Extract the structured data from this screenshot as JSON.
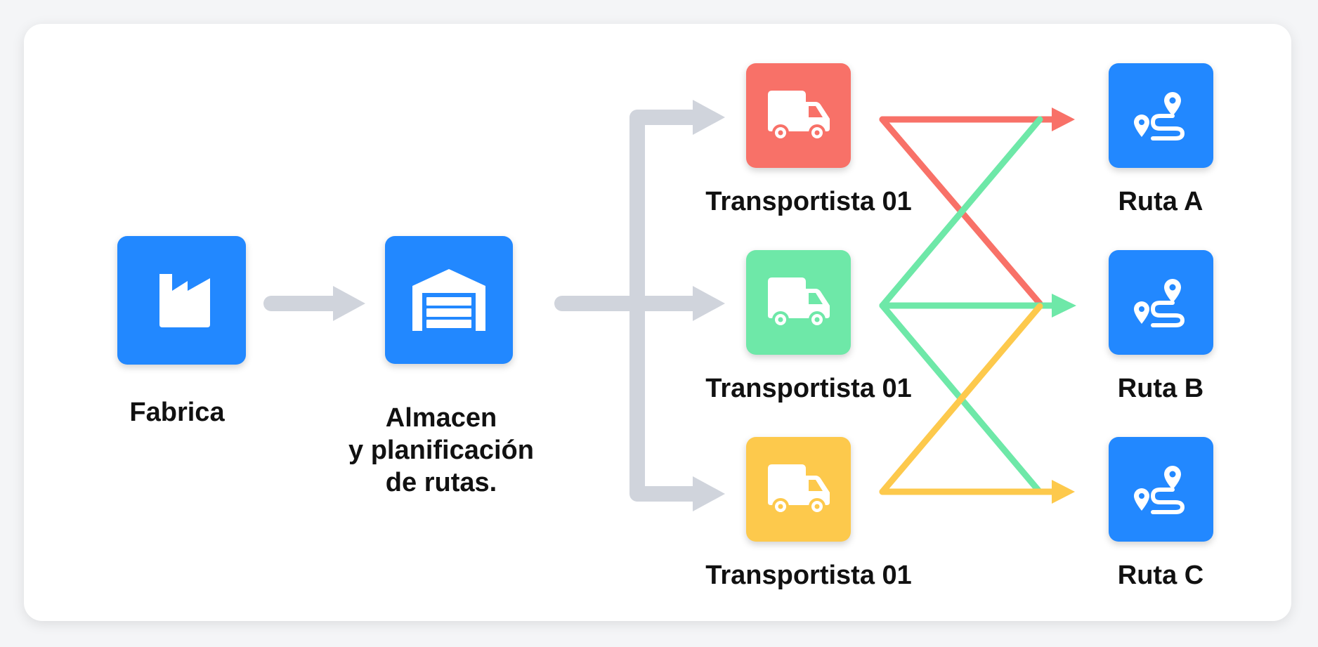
{
  "colors": {
    "blue": "#2288ff",
    "red": "#f87168",
    "green": "#6ee8a8",
    "yellow": "#fdc94c",
    "grey_arrow": "#d0d4dc"
  },
  "nodes": {
    "factory": {
      "label": "Fabrica",
      "icon": "factory-icon"
    },
    "warehouse": {
      "label_lines": [
        "Almacen",
        "y planificación",
        "de rutas."
      ],
      "icon": "warehouse-icon"
    },
    "carriers": [
      {
        "label": "Transportista 01",
        "color": "red",
        "icon": "truck-icon"
      },
      {
        "label": "Transportista 01",
        "color": "green",
        "icon": "truck-icon"
      },
      {
        "label": "Transportista 01",
        "color": "yellow",
        "icon": "truck-icon"
      }
    ],
    "routes": [
      {
        "label": "Ruta A",
        "icon": "route-icon"
      },
      {
        "label": "Ruta B",
        "icon": "route-icon"
      },
      {
        "label": "Ruta C",
        "icon": "route-icon"
      }
    ]
  },
  "connections": [
    {
      "from": "Transportista 01 (red)",
      "to": [
        "Ruta A",
        "Ruta B"
      ]
    },
    {
      "from": "Transportista 01 (green)",
      "to": [
        "Ruta A",
        "Ruta B",
        "Ruta C"
      ]
    },
    {
      "from": "Transportista 01 (yellow)",
      "to": [
        "Ruta B",
        "Ruta C"
      ]
    }
  ]
}
